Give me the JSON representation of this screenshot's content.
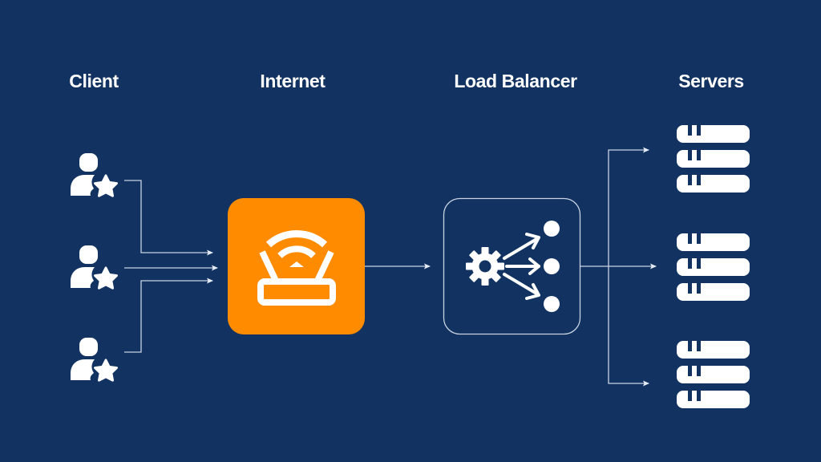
{
  "diagram": {
    "title": "Load Balancer Architecture",
    "columns": [
      {
        "id": "client",
        "label": "Client"
      },
      {
        "id": "internet",
        "label": "Internet"
      },
      {
        "id": "load_balancer",
        "label": "Load Balancer"
      },
      {
        "id": "servers",
        "label": "Servers"
      }
    ],
    "nodes": {
      "clients": [
        {
          "id": "client-1",
          "icon": "user-star-icon"
        },
        {
          "id": "client-2",
          "icon": "user-star-icon"
        },
        {
          "id": "client-3",
          "icon": "user-star-icon"
        }
      ],
      "internet": {
        "id": "internet-router",
        "icon": "wifi-router-icon"
      },
      "load_balancer": {
        "id": "load-balancer",
        "icon": "gear-distribute-icon"
      },
      "servers": [
        {
          "id": "server-1",
          "icon": "server-rack-icon"
        },
        {
          "id": "server-2",
          "icon": "server-rack-icon"
        },
        {
          "id": "server-3",
          "icon": "server-rack-icon"
        }
      ]
    },
    "edges": [
      {
        "from": "client-1",
        "to": "internet-router"
      },
      {
        "from": "client-2",
        "to": "internet-router"
      },
      {
        "from": "client-3",
        "to": "internet-router"
      },
      {
        "from": "internet-router",
        "to": "load-balancer"
      },
      {
        "from": "load-balancer",
        "to": "server-1"
      },
      {
        "from": "load-balancer",
        "to": "server-2"
      },
      {
        "from": "load-balancer",
        "to": "server-3"
      }
    ],
    "colors": {
      "background": "#123361",
      "internet_box": "#FF8C00",
      "icon": "#FFFFFF",
      "connector": "#C9D3E3",
      "lb_border": "#C9D3E3"
    }
  }
}
